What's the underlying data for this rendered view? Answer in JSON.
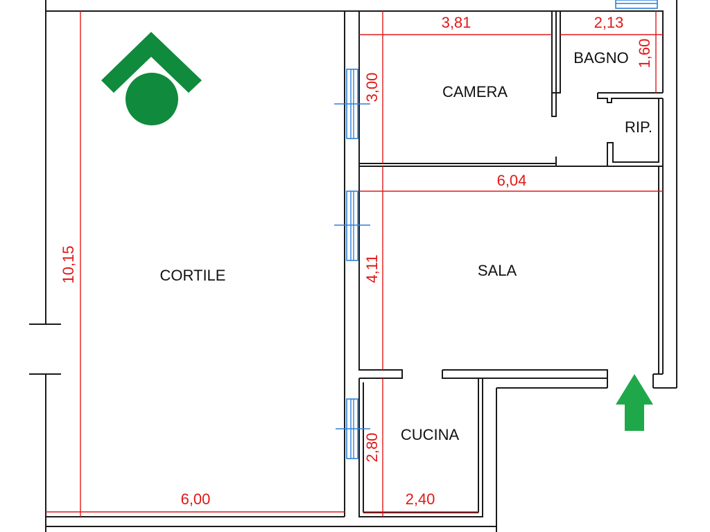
{
  "rooms": {
    "cortile": "CORTILE",
    "camera": "CAMERA",
    "bagno": "BAGNO",
    "ripostiglio": "RIP.",
    "sala": "SALA",
    "cucina": "CUCINA"
  },
  "dimensions": {
    "cortile_height": "10,15",
    "cortile_width": "6,00",
    "camera_width": "3,81",
    "camera_height": "3,00",
    "bagno_width": "2,13",
    "bagno_height": "1,60",
    "sala_width": "6,04",
    "sala_height": "4,11",
    "cucina_height": "2,80",
    "cucina_width": "2,40"
  },
  "colors": {
    "wall": "#1a1a1a",
    "dimension": "#e01818",
    "window": "#2f7fd6",
    "logo": "#108a3c",
    "entrance_arrow": "#1fa84a"
  },
  "icons": {
    "logo": "house-roof-logo-icon",
    "entrance": "entrance-arrow-icon"
  }
}
